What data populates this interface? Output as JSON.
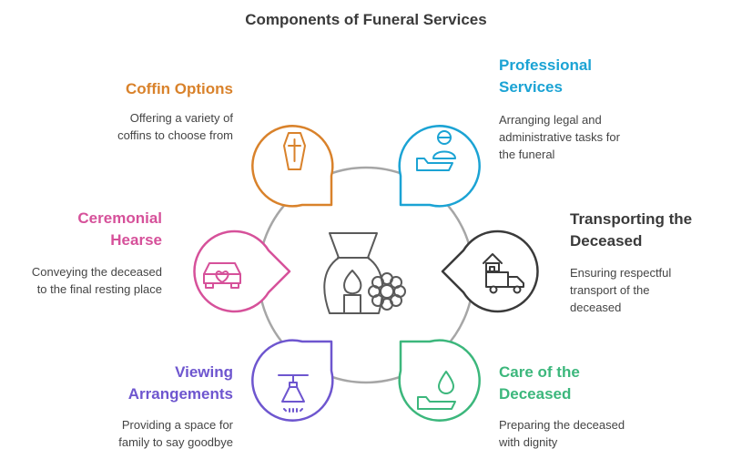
{
  "title": "Components of Funeral Services",
  "colors": {
    "coffin": "#d9822b",
    "professional": "#1ba3d4",
    "hearse": "#d6519a",
    "transport": "#3a3a3a",
    "viewing": "#6e56cf",
    "care": "#3cb77c",
    "ring": "#a6a6a6",
    "center": "#5a5a5a"
  },
  "items": {
    "coffin": {
      "title_lines": [
        "Coffin Options"
      ],
      "desc_lines": [
        "Offering a variety of",
        "coffins to choose from"
      ],
      "icon": "coffin-cross-icon"
    },
    "professional": {
      "title_lines": [
        "Professional",
        "Services"
      ],
      "desc_lines": [
        "Arranging legal and",
        "administrative tasks for",
        "the funeral"
      ],
      "icon": "service-person-icon"
    },
    "hearse": {
      "title_lines": [
        "Ceremonial",
        "Hearse"
      ],
      "desc_lines": [
        "Conveying the deceased",
        "to the final resting place"
      ],
      "icon": "heart-car-icon"
    },
    "transport": {
      "title_lines": [
        "Transporting the",
        "Deceased"
      ],
      "desc_lines": [
        "Ensuring respectful",
        "transport of the",
        "deceased"
      ],
      "icon": "moving-truck-icon"
    },
    "viewing": {
      "title_lines": [
        "Viewing",
        "Arrangements"
      ],
      "desc_lines": [
        "Providing a space for",
        "family to say goodbye"
      ],
      "icon": "ceiling-lamp-icon"
    },
    "care": {
      "title_lines": [
        "Care of the",
        "Deceased"
      ],
      "desc_lines": [
        "Preparing the deceased",
        "with dignity"
      ],
      "icon": "hand-water-drop-icon"
    }
  },
  "center_icon": "urn-flower-icon"
}
